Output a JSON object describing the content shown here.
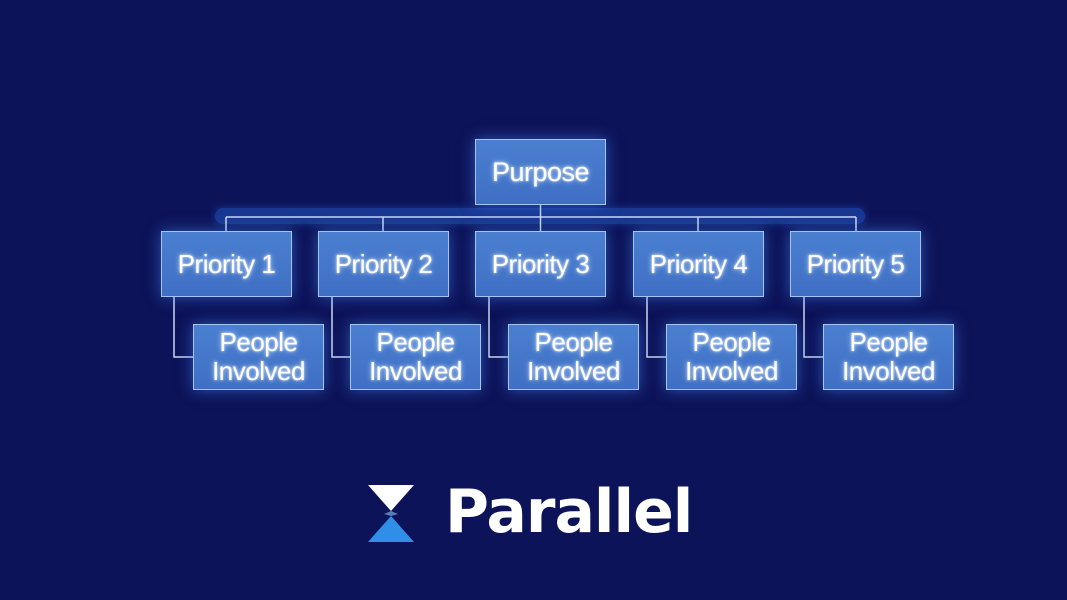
{
  "diagram": {
    "root": {
      "label": "Purpose"
    },
    "priorities": [
      {
        "label": "Priority 1",
        "child": "People\nInvolved"
      },
      {
        "label": "Priority 2",
        "child": "People\nInvolved"
      },
      {
        "label": "Priority 3",
        "child": "People\nInvolved"
      },
      {
        "label": "Priority 4",
        "child": "People\nInvolved"
      },
      {
        "label": "Priority 5",
        "child": "People\nInvolved"
      }
    ]
  },
  "brand": {
    "name": "Parallel",
    "logo_icon": "parallel-hourglass-logo-icon",
    "colors": {
      "background": "#0d1358",
      "box_fill": "#4a7fd0",
      "box_border": "#a7c3ef",
      "connector": "#b8cbe8",
      "logo_white": "#ffffff",
      "logo_blue": "#2f8fe6"
    }
  }
}
